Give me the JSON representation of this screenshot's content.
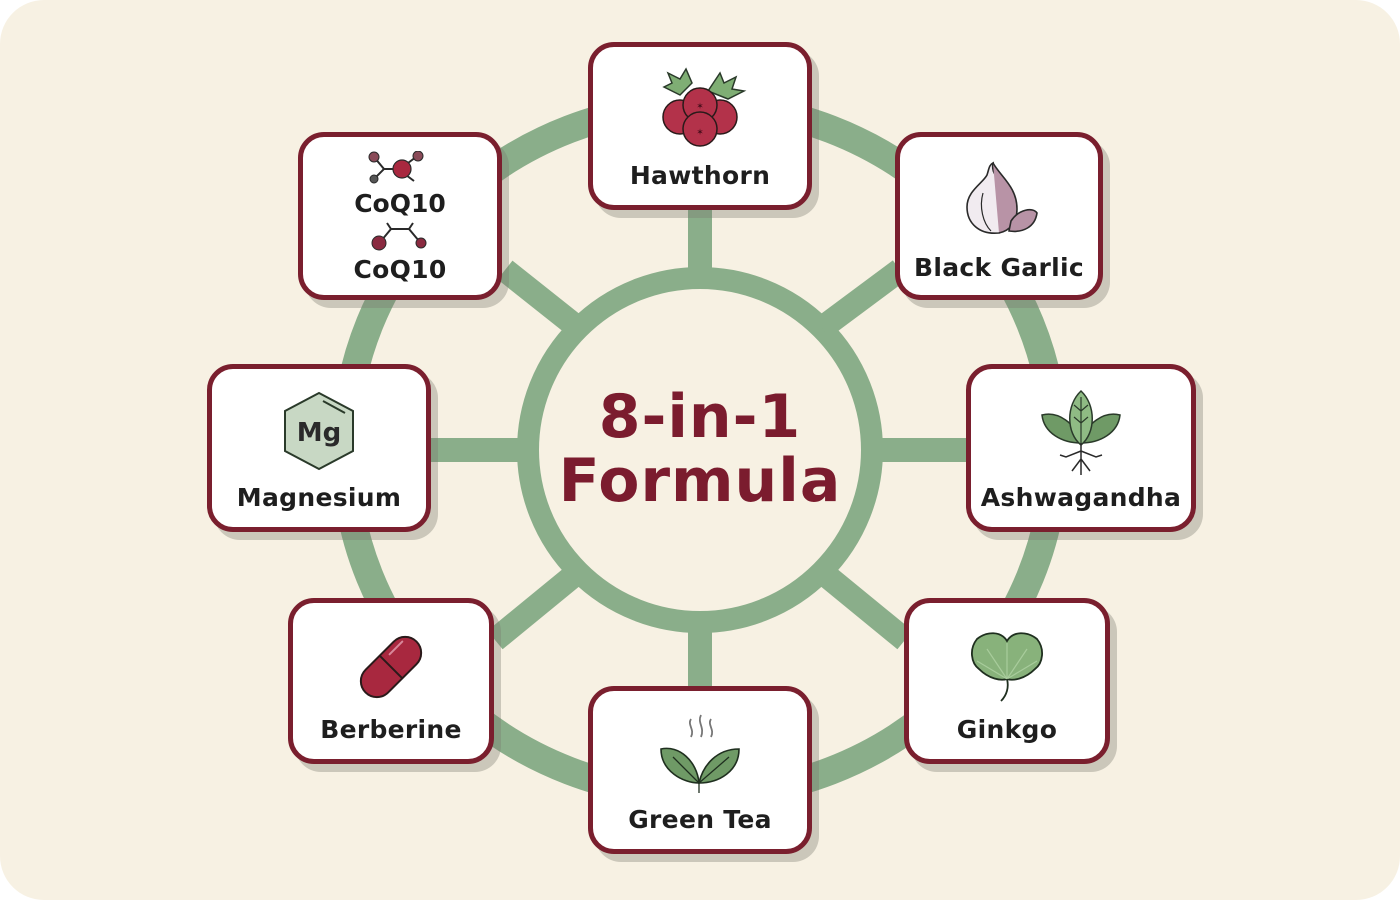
{
  "diagram": {
    "center": {
      "line1": "8-in-1",
      "line2": "Formula"
    },
    "ingredients": [
      {
        "name": "Hawthorn",
        "icon": "hawthorn-berries-icon"
      },
      {
        "name": "Black Garlic",
        "icon": "garlic-bulb-icon"
      },
      {
        "name": "Ashwagandha",
        "icon": "ashwagandha-plant-icon"
      },
      {
        "name": "Ginkgo",
        "icon": "ginkgo-leaf-icon"
      },
      {
        "name": "Green Tea",
        "icon": "steaming-tea-leaves-icon"
      },
      {
        "name": "Berberine",
        "icon": "capsule-icon"
      },
      {
        "name": "Magnesium",
        "icon": "mg-hexagon-icon",
        "symbol": "Mg"
      },
      {
        "name": "CoQ10",
        "icon": "molecule-icon",
        "secondary_label": "CoQ10"
      }
    ]
  },
  "colors": {
    "background": "#f7f1e3",
    "ring": "#8aae8a",
    "card_border": "#7a1f2e",
    "title": "#7b1c2e",
    "berry": "#b3324a",
    "leaf": "#7fae74"
  }
}
